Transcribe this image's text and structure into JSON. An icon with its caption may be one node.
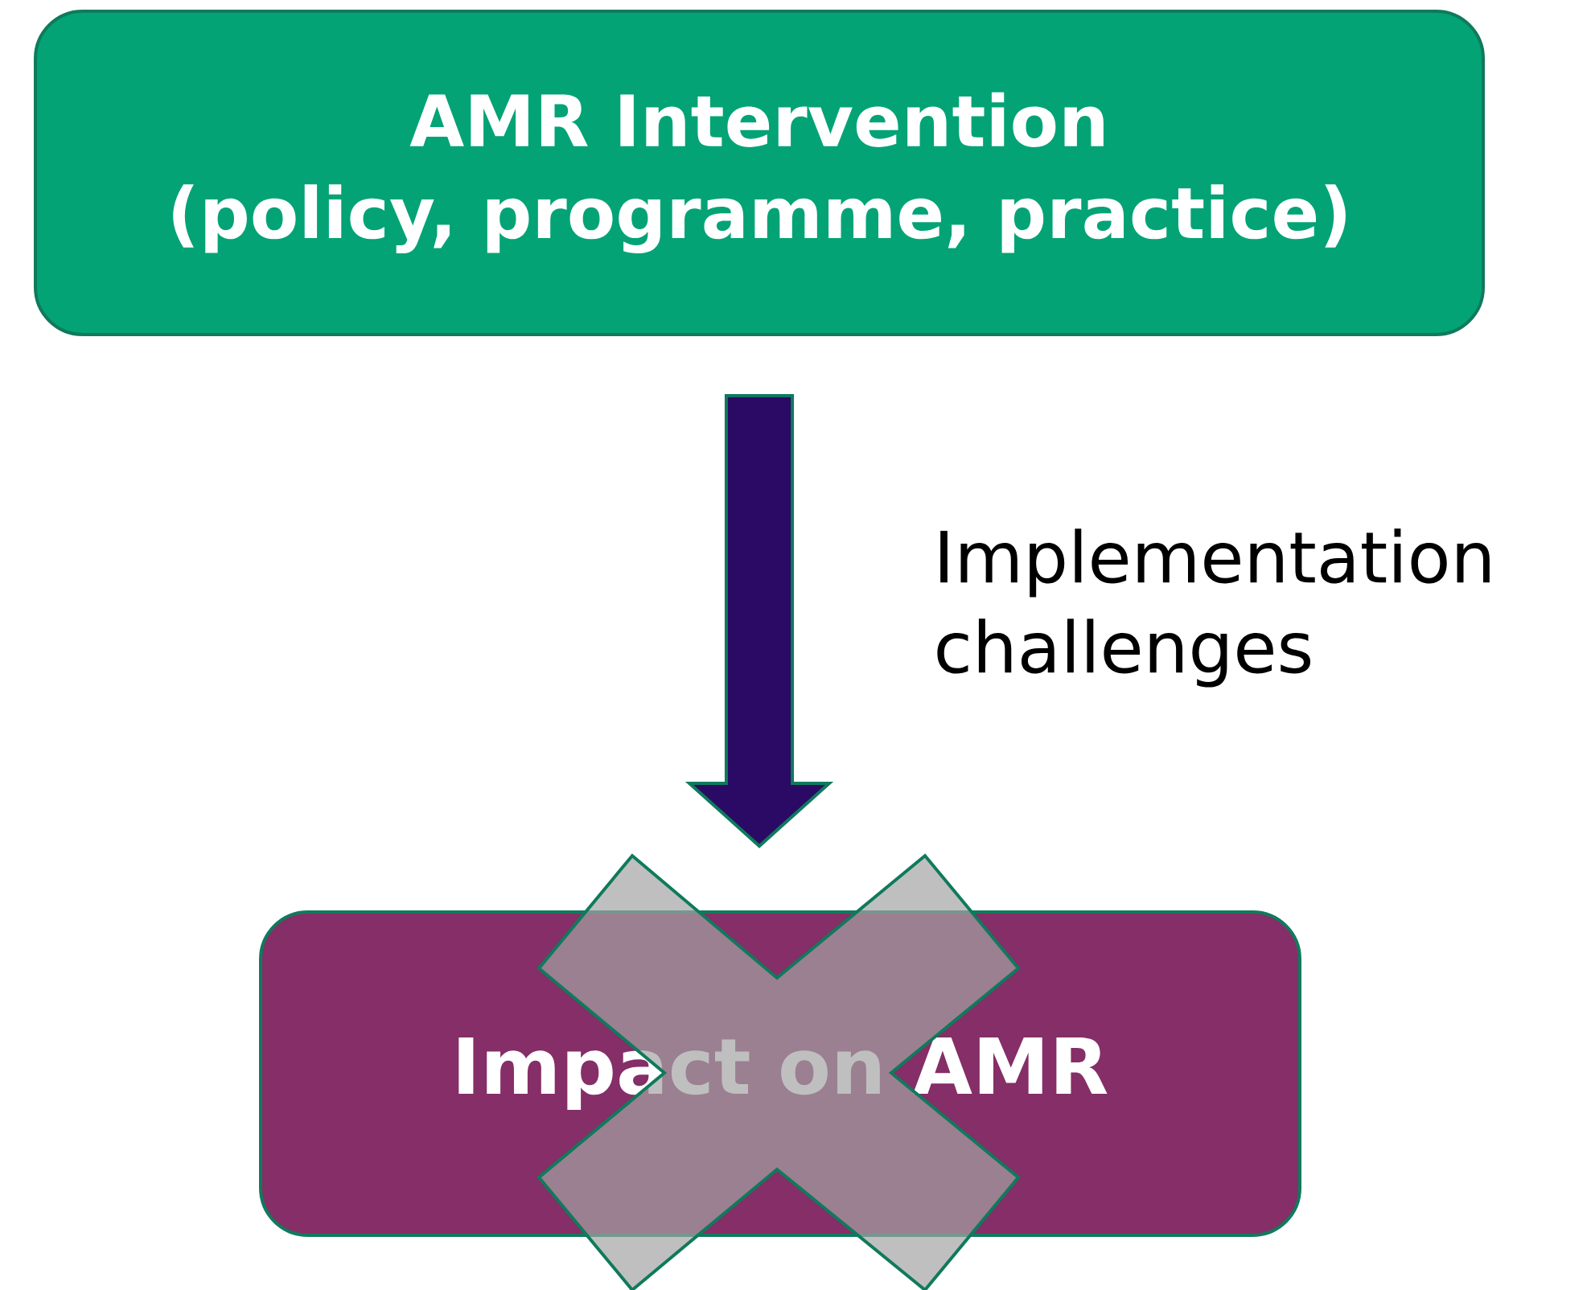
{
  "diagram": {
    "nodes": [
      {
        "text": [
          "AMR Intervention",
          "(policy, programme, practice)"
        ]
      },
      {
        "text": [
          "Impact on AMR"
        ]
      }
    ],
    "edges": [
      {
        "from": 0,
        "to": 1,
        "arrow": "to",
        "label": "Implementation challenges"
      }
    ]
  }
}
